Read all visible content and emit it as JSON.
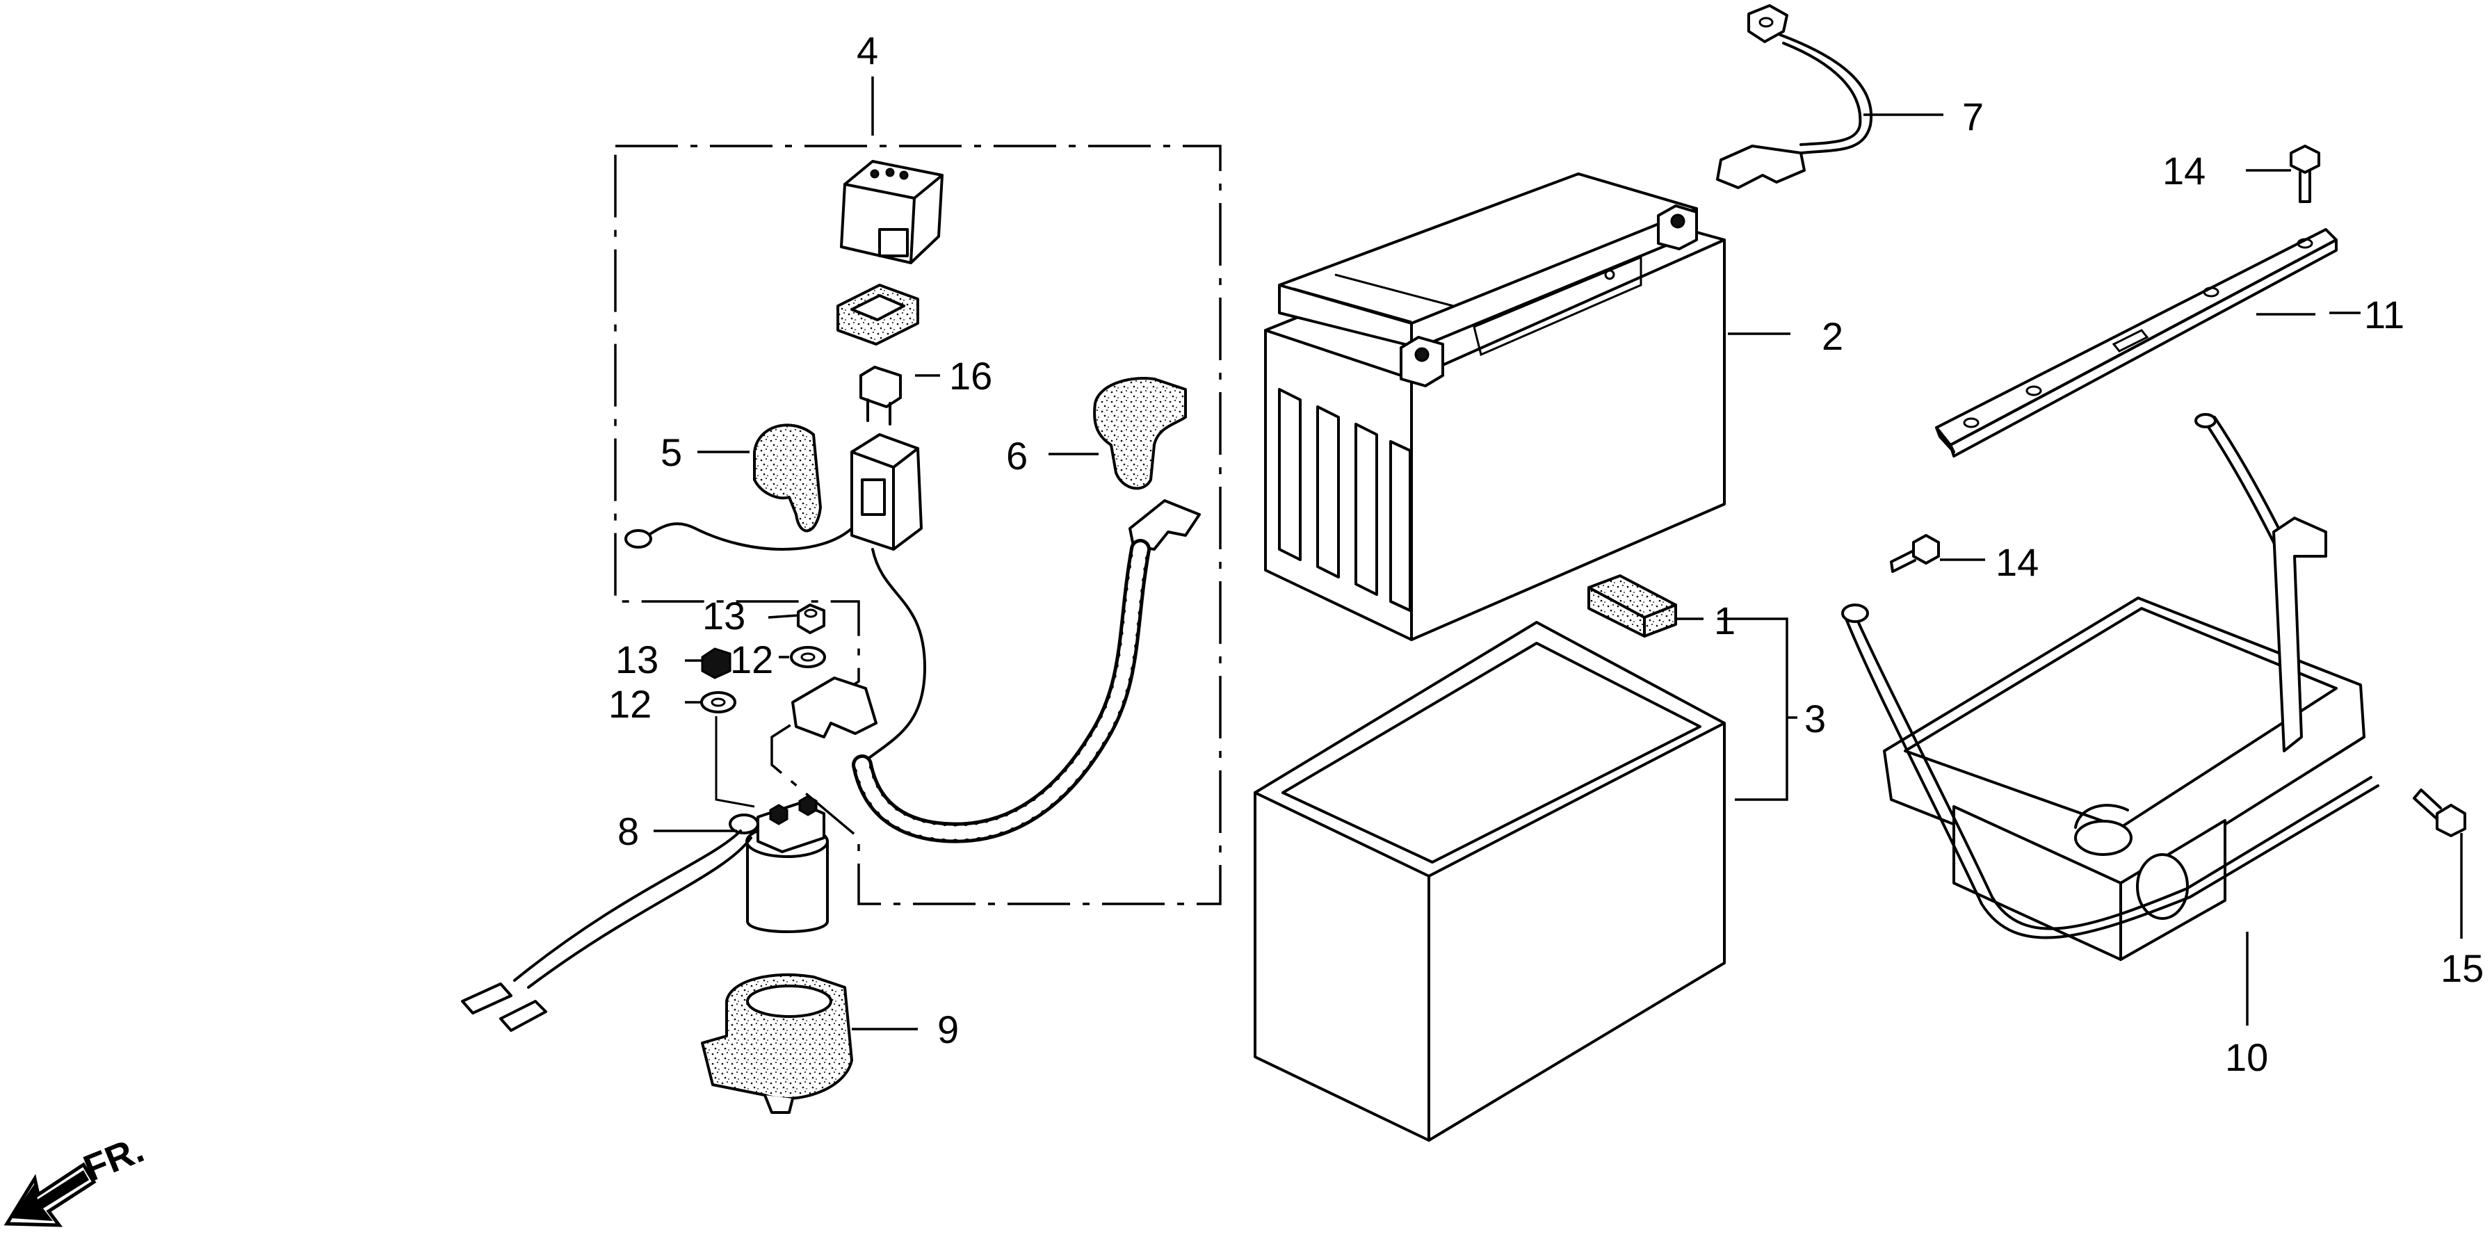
{
  "diagram": {
    "front_marker": "FR.",
    "callouts": [
      {
        "id": "c1",
        "label": "1"
      },
      {
        "id": "c2",
        "label": "2"
      },
      {
        "id": "c3",
        "label": "3"
      },
      {
        "id": "c4",
        "label": "4"
      },
      {
        "id": "c5",
        "label": "5"
      },
      {
        "id": "c6",
        "label": "6"
      },
      {
        "id": "c7",
        "label": "7"
      },
      {
        "id": "c8",
        "label": "8"
      },
      {
        "id": "c9",
        "label": "9"
      },
      {
        "id": "c10",
        "label": "10"
      },
      {
        "id": "c11",
        "label": "11"
      },
      {
        "id": "c12a",
        "label": "12"
      },
      {
        "id": "c12b",
        "label": "12"
      },
      {
        "id": "c13a",
        "label": "13"
      },
      {
        "id": "c13b",
        "label": "13"
      },
      {
        "id": "c14a",
        "label": "14"
      },
      {
        "id": "c14b",
        "label": "14"
      },
      {
        "id": "c15",
        "label": "15"
      },
      {
        "id": "c16",
        "label": "16"
      }
    ]
  }
}
